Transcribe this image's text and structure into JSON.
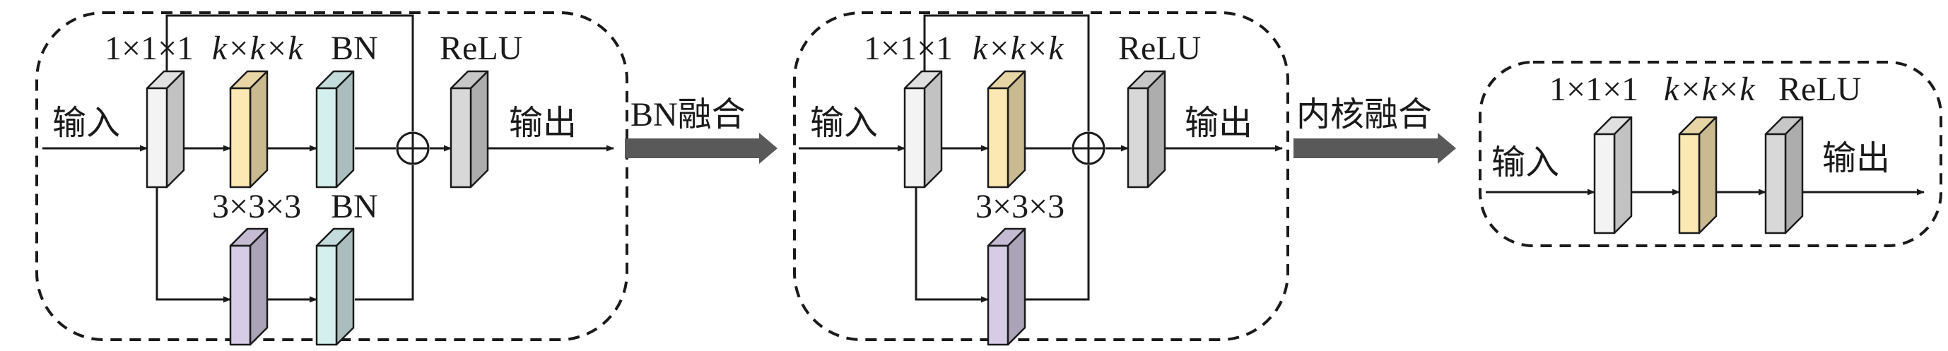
{
  "labels": {
    "input": "输入",
    "output": "输出",
    "conv_1x1": "1×1×1",
    "conv_kxk": "k×k×k",
    "conv_3x3": "3×3×3",
    "bn": "BN",
    "relu": "ReLU",
    "bn_fusion": "BN融合",
    "kernel_fusion": "内核融合"
  },
  "colors": {
    "conv_1x1_block": "#f3f3f3",
    "conv_kxk_block": "#fbe8b3",
    "conv_3x3_block": "#d6cce6",
    "bn_block": "#d5eeee",
    "relu_block": "#d8d8d8",
    "fusion_arrow": "#595959",
    "line": "#1a1a1a"
  },
  "icons": {
    "sum_node": "circle-plus-icon",
    "fusion_arrow": "thick-right-arrow-icon"
  }
}
